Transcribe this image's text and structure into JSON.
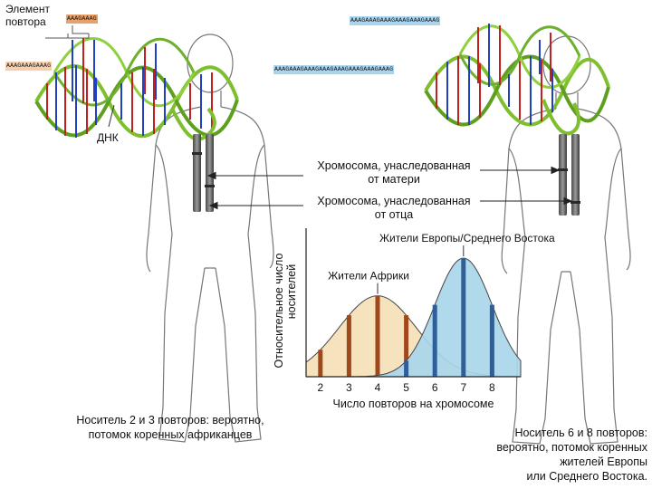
{
  "title_labels": {
    "repeat_element_line1": "Элемент",
    "repeat_element_line2": "повтора",
    "repeat_element_seq": "AAAGAAAG",
    "left_seq": "AAAGAAAGAAAG",
    "right_seq_top": "AAAGAAAGAAAGAAAGAAAGAAAG",
    "right_seq_mid": "AAAGAAAGAAAGAAAGAAAGAAAGAAAGAAAG",
    "dna_label": "ДНК"
  },
  "arrows": {
    "mother_line1": "Хромосома, унаследованная",
    "mother_line2": "от матери",
    "father_line1": "Хромосома, унаследованная",
    "father_line2": "от отца"
  },
  "captions": {
    "left_line1": "Носитель 2 и 3 повторов: вероятно,",
    "left_line2": "потомок коренных африканцев",
    "right_line1": "Носитель 6 и 8 повторов:",
    "right_line2": "вероятно, потомок коренных",
    "right_line3": "жителей Европы",
    "right_line4": "или Среднего Востока."
  },
  "colors": {
    "africa_fill": "#f6e3bd",
    "africa_stripe": "#a0471b",
    "europe_fill": "#a9d6ea",
    "europe_stripe": "#2f5f9a",
    "helix_green": "#7fbf2f",
    "seq_blue": "#5aa6d6",
    "seq_orange": "#e8a06a"
  },
  "chart_data": {
    "type": "area",
    "xlabel": "Число повторов на хромосоме",
    "ylabel_line1": "Относительное число",
    "ylabel_line2": "носителей",
    "ticks": [
      2,
      3,
      4,
      5,
      6,
      7,
      8
    ],
    "xlim": [
      1.5,
      9
    ],
    "ylim": [
      0,
      1
    ],
    "series": [
      {
        "name": "Жители Африки",
        "mean": 4,
        "sd": 1.35,
        "peak": 0.58,
        "color": "#f6e3bd",
        "stripe": "#a0471b",
        "stripe_at": [
          2,
          3,
          4,
          5
        ]
      },
      {
        "name": "Жители Европы/Среднего Востока",
        "mean": 7,
        "sd": 1.0,
        "peak": 0.85,
        "color": "#a9d6ea",
        "stripe": "#2f5f9a",
        "stripe_at": [
          5,
          6,
          7,
          8
        ]
      }
    ]
  }
}
